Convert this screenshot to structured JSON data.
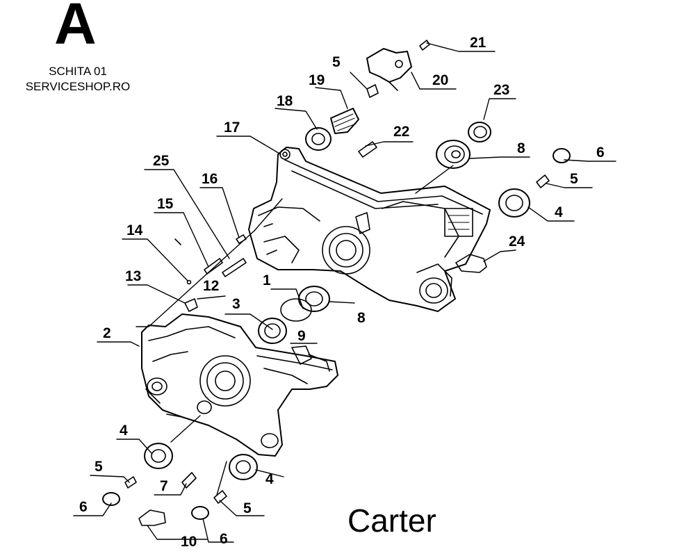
{
  "header": {
    "letter": "A",
    "scheme_label": "SCHITA 01",
    "source_label": "SERVICESHOP.RO"
  },
  "footer": {
    "title": "Carter"
  },
  "callouts": [
    {
      "id": "c21",
      "label": "21"
    },
    {
      "id": "c5a",
      "label": "5"
    },
    {
      "id": "c20",
      "label": "20"
    },
    {
      "id": "c19",
      "label": "19"
    },
    {
      "id": "c18",
      "label": "18"
    },
    {
      "id": "c23",
      "label": "23"
    },
    {
      "id": "c17",
      "label": "17"
    },
    {
      "id": "c22",
      "label": "22"
    },
    {
      "id": "c8a",
      "label": "8"
    },
    {
      "id": "c6a",
      "label": "6"
    },
    {
      "id": "c25",
      "label": "25"
    },
    {
      "id": "c16",
      "label": "16"
    },
    {
      "id": "c5b",
      "label": "5"
    },
    {
      "id": "c4a",
      "label": "4"
    },
    {
      "id": "c15",
      "label": "15"
    },
    {
      "id": "c14",
      "label": "14"
    },
    {
      "id": "c24",
      "label": "24"
    },
    {
      "id": "c13",
      "label": "13"
    },
    {
      "id": "c12",
      "label": "12"
    },
    {
      "id": "c1",
      "label": "1"
    },
    {
      "id": "c3",
      "label": "3"
    },
    {
      "id": "c8b",
      "label": "8"
    },
    {
      "id": "c9",
      "label": "9"
    },
    {
      "id": "c2",
      "label": "2"
    },
    {
      "id": "c4b",
      "label": "4"
    },
    {
      "id": "c5c",
      "label": "5"
    },
    {
      "id": "c4c",
      "label": "4"
    },
    {
      "id": "c7",
      "label": "7"
    },
    {
      "id": "c6b",
      "label": "6"
    },
    {
      "id": "c5d",
      "label": "5"
    },
    {
      "id": "c10",
      "label": "10"
    },
    {
      "id": "c6c",
      "label": "6"
    }
  ]
}
